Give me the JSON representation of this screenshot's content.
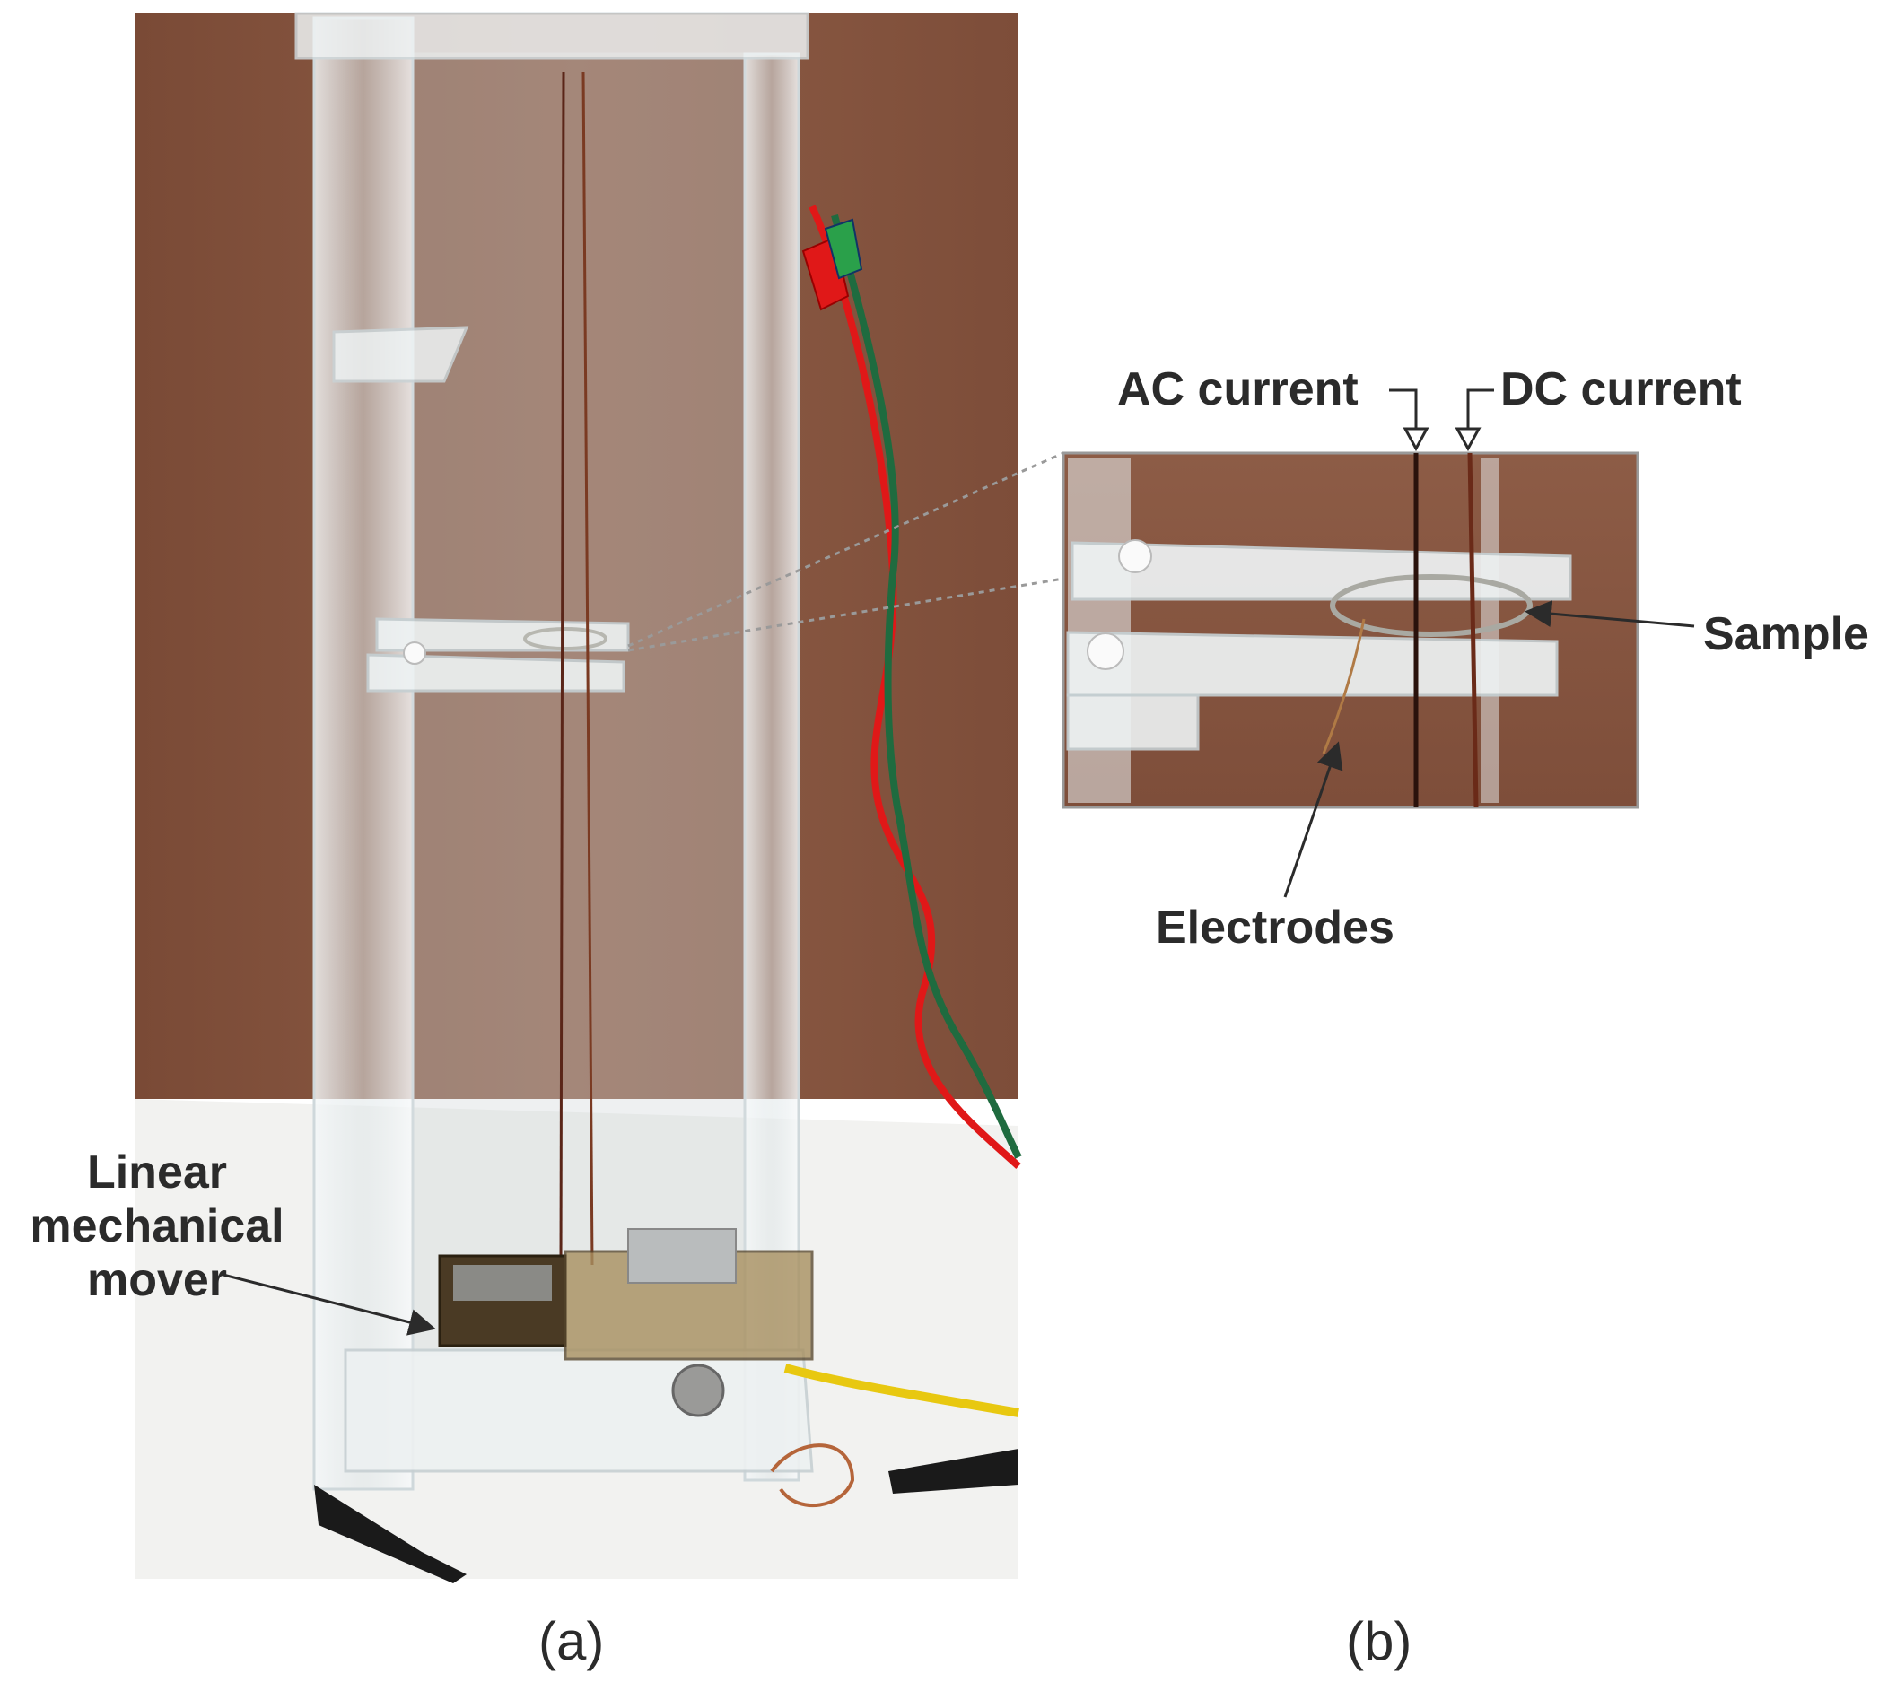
{
  "figure": {
    "panel_a": {
      "caption": "(a)",
      "labels": {
        "mover": "Linear mechanical mover"
      }
    },
    "panel_b": {
      "caption": "(b)",
      "labels": {
        "ac_current": "AC current",
        "dc_current": "DC current",
        "sample": "Sample",
        "electrodes": "Electrodes"
      }
    }
  },
  "colors": {
    "background_wall": "#8a5a44",
    "table": "#f2f2f0",
    "acrylic": "#e8eef0",
    "wire_red": "#e01818",
    "wire_green": "#1f6b3f",
    "wire_yellow": "#e8c810",
    "clip_black": "#1a1a1a",
    "label": "#2b2b2b"
  }
}
